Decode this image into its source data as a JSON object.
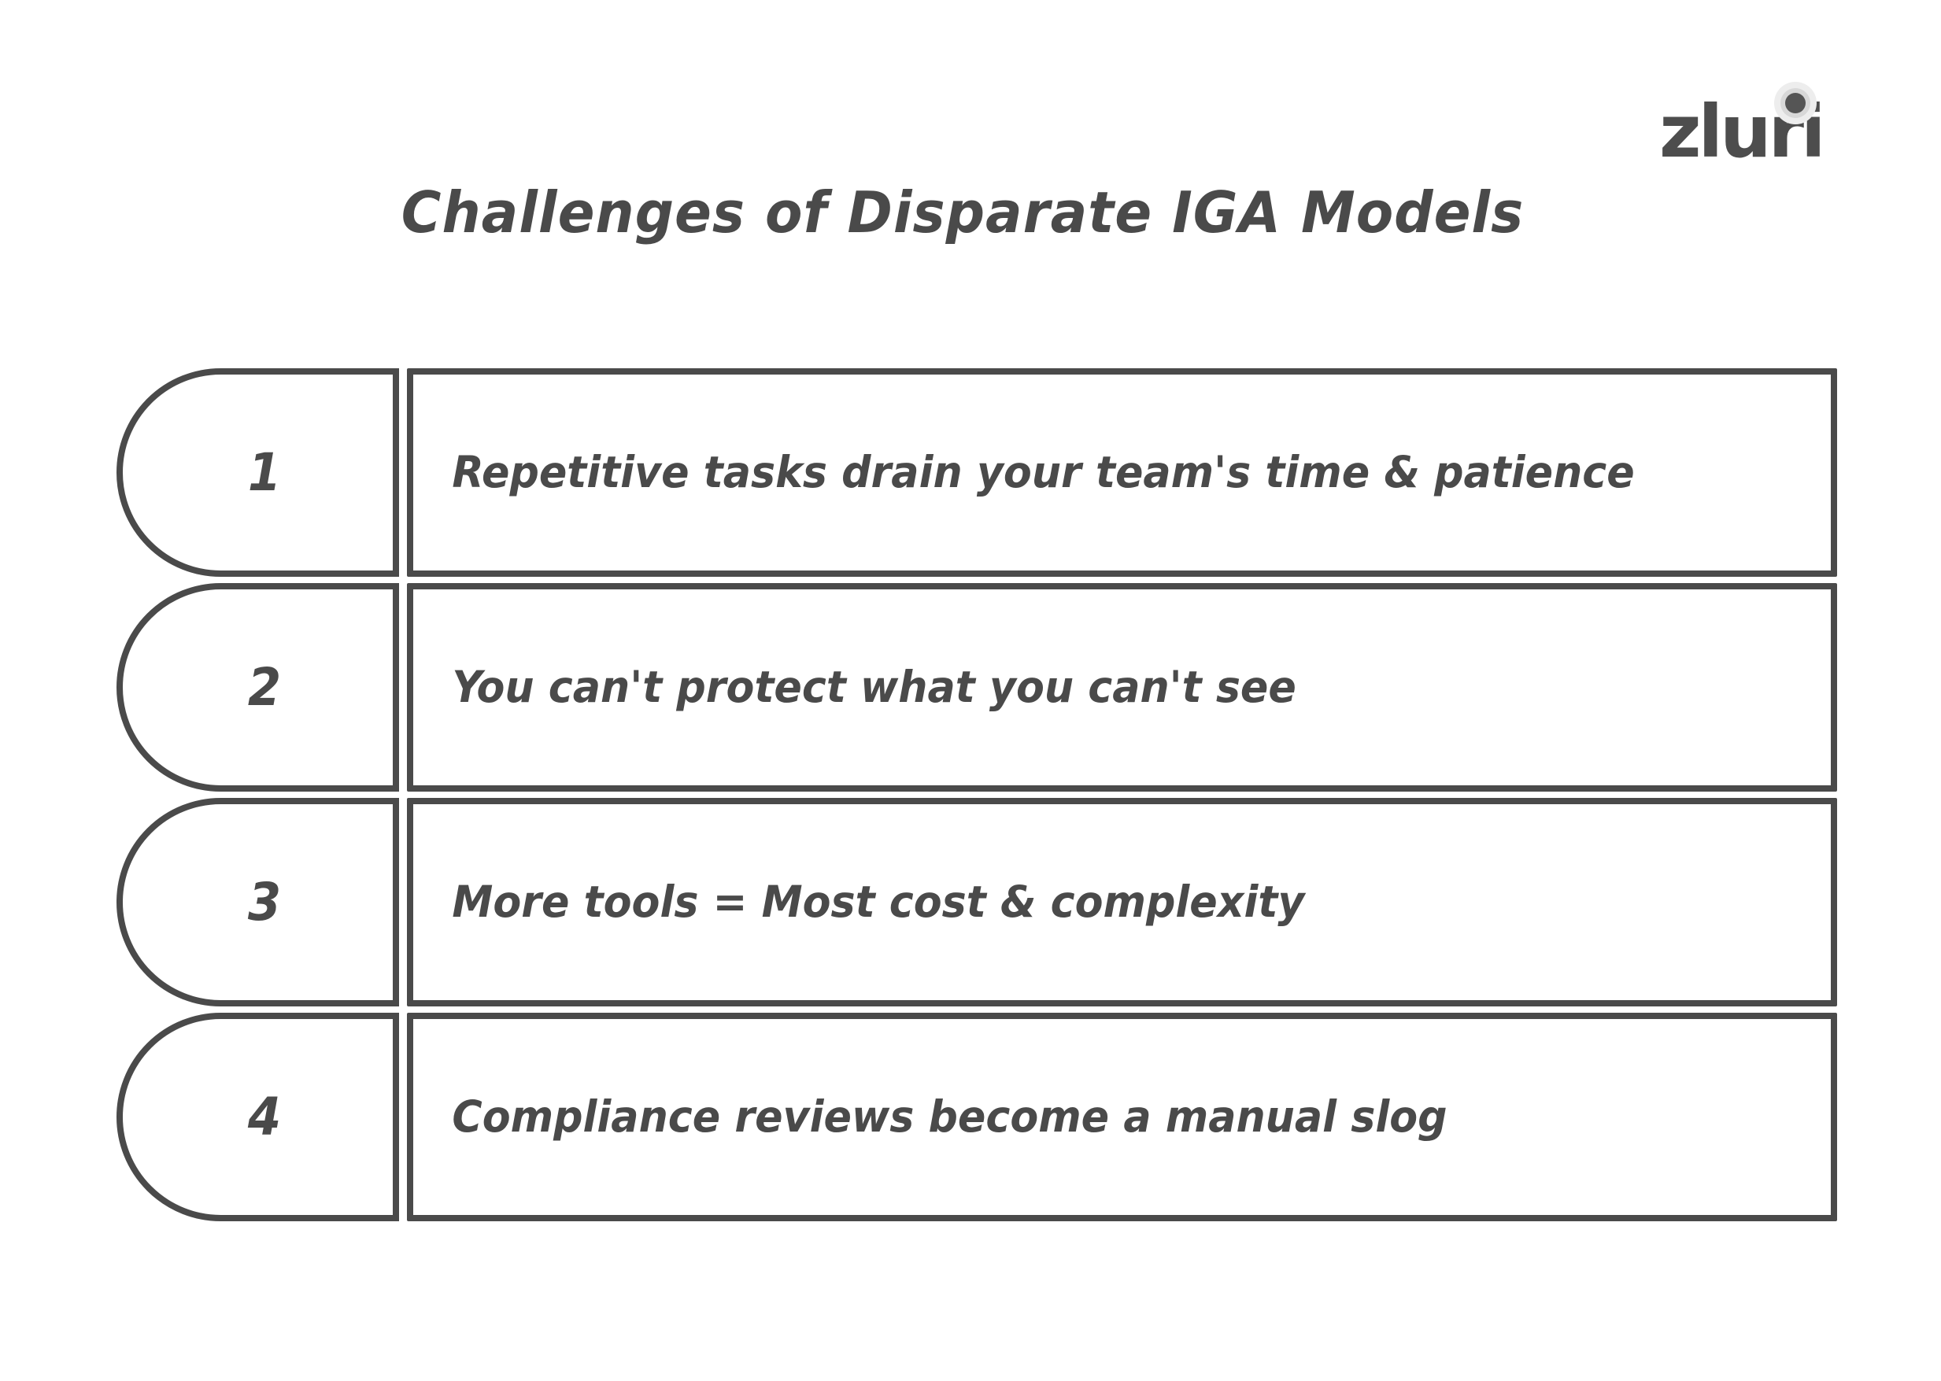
{
  "logo": {
    "wordmark": "zluri",
    "dot_icon": "concentric-circle-dot-icon",
    "colors": {
      "wordmark": "#4d4d4d",
      "dot_outer": "#ededed",
      "dot_middle": "#d8d8d8",
      "dot_core": "#555555"
    }
  },
  "header": {
    "title": "Challenges of Disparate IGA Models"
  },
  "theme": {
    "background": "#ffffff",
    "stroke": "#4a4a4a",
    "text": "#4a4a4a"
  },
  "list": {
    "items": [
      {
        "number": "1",
        "statement": "Repetitive tasks drain your team's time & patience"
      },
      {
        "number": "2",
        "statement": "You can't protect what you can't see"
      },
      {
        "number": "3",
        "statement": "More tools = Most cost & complexity"
      },
      {
        "number": "4",
        "statement": "Compliance reviews become a manual slog"
      }
    ]
  }
}
